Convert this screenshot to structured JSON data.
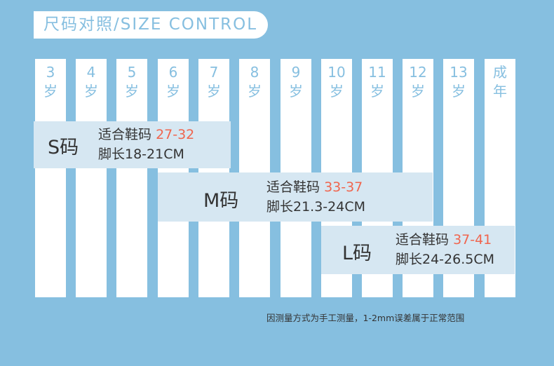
{
  "title": "尺码对照/SIZE CONTROL",
  "ages": [
    {
      "top": "3",
      "bottom": "岁"
    },
    {
      "top": "4",
      "bottom": "岁"
    },
    {
      "top": "5",
      "bottom": "岁"
    },
    {
      "top": "6",
      "bottom": "岁"
    },
    {
      "top": "7",
      "bottom": "岁"
    },
    {
      "top": "8",
      "bottom": "岁"
    },
    {
      "top": "9",
      "bottom": "岁"
    },
    {
      "top": "10",
      "bottom": "岁"
    },
    {
      "top": "11",
      "bottom": "岁"
    },
    {
      "top": "12",
      "bottom": "岁"
    },
    {
      "top": "13",
      "bottom": "岁"
    },
    {
      "top": "成",
      "bottom": "年"
    }
  ],
  "sizes": [
    {
      "name": "S码",
      "shoe_label": "适合鞋码",
      "shoe_range": "27-32",
      "foot": "脚长18-21CM"
    },
    {
      "name": "M码",
      "shoe_label": "适合鞋码",
      "shoe_range": "33-37",
      "foot": "脚长21.3-24CM"
    },
    {
      "name": "L码",
      "shoe_label": "适合鞋码",
      "shoe_range": "37-41",
      "foot": "脚长24-26.5CM"
    }
  ],
  "note": "因测量方式为手工测量，1-2mm误差属于正常范围",
  "colors": {
    "background": "#86bfe0",
    "band": "#d6e7f2",
    "range": "#f0654e",
    "text": "#333333"
  }
}
